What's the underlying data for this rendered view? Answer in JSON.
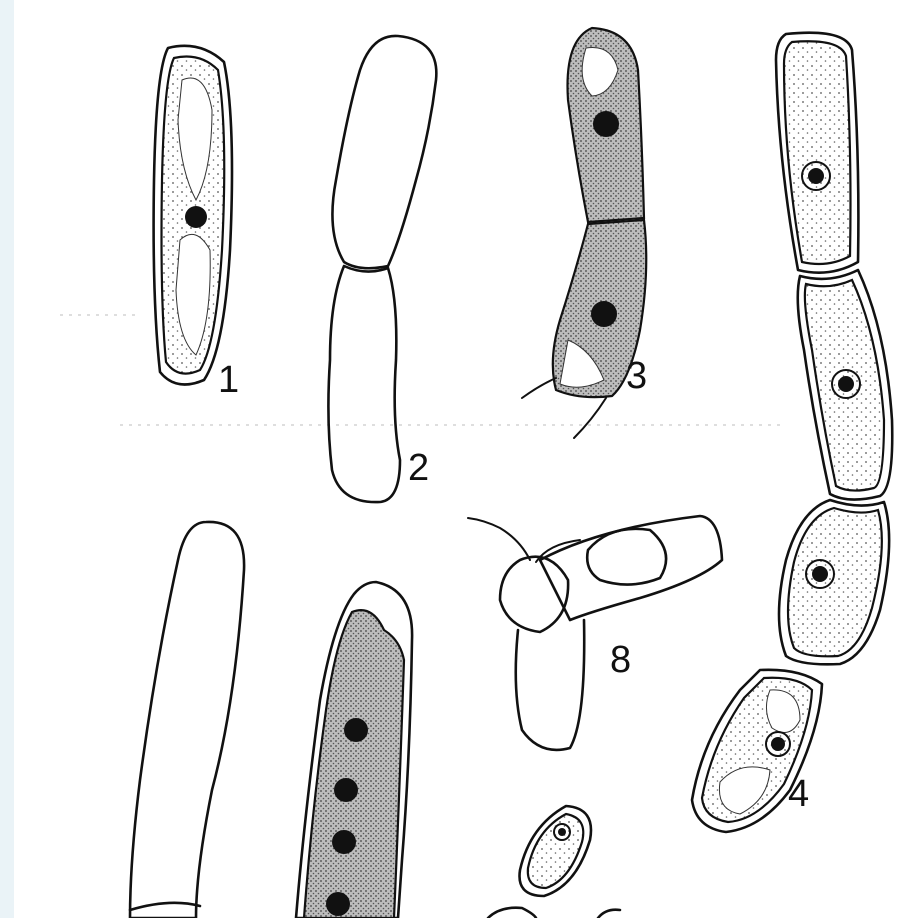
{
  "labels": {
    "l1": "1",
    "l2": "2",
    "l3": "3",
    "l4": "4",
    "l8": "8"
  },
  "colors": {
    "frame_bg": "#eaf3f7",
    "paper": "#ffffff",
    "ink": "#111111"
  }
}
